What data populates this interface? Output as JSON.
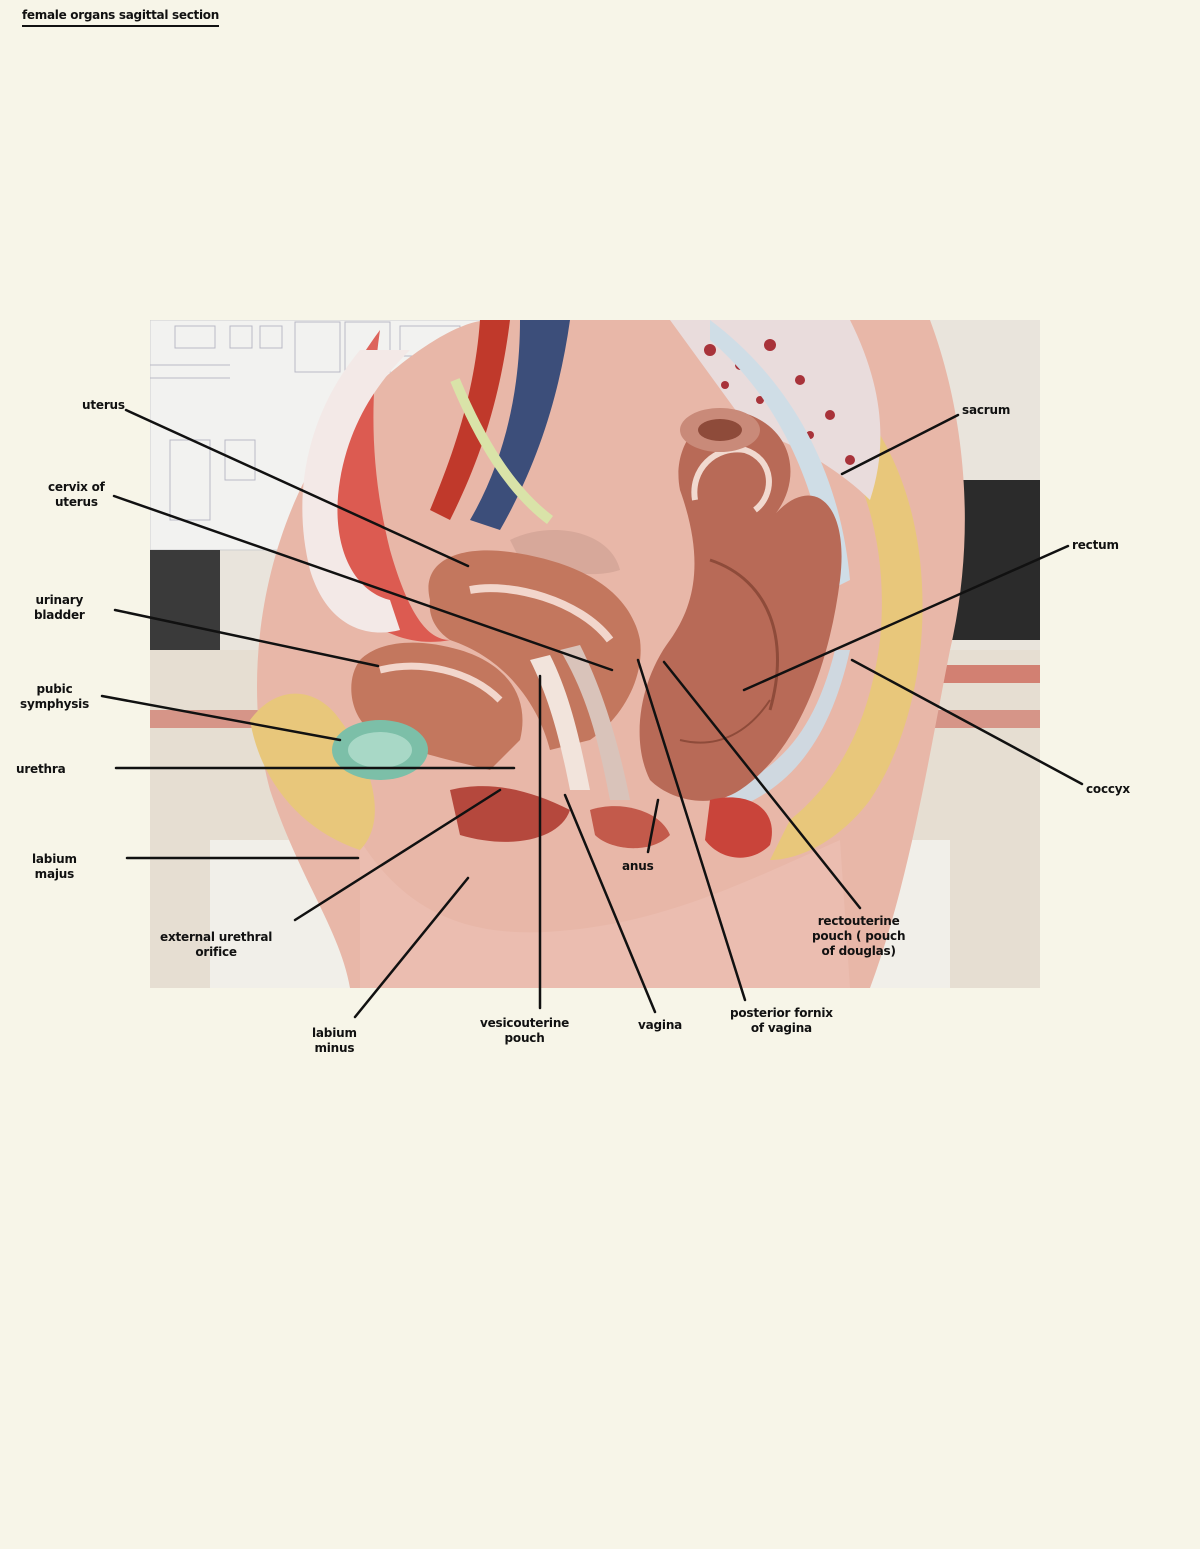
{
  "title": "female organs sagittal section",
  "labels": {
    "uterus": "uterus",
    "cervix": "cervix of\nuterus",
    "bladder": "urinary\nbladder",
    "pubic": "pubic\nsymphysis",
    "urethra": "urethra",
    "labium_majus": "labium\nmajus",
    "ext_urethral": "external urethral\norifice",
    "labium_minus": "labium\nminus",
    "vesicouterine": "vesicouterine\npouch",
    "vagina": "vagina",
    "post_fornix": "posterior fornix\nof vagina",
    "anus": "anus",
    "rectouterine": "rectouterine\npouch ( pouch\nof douglas)",
    "sacrum": "sacrum",
    "rectum": "rectum",
    "coccyx": "coccyx"
  }
}
